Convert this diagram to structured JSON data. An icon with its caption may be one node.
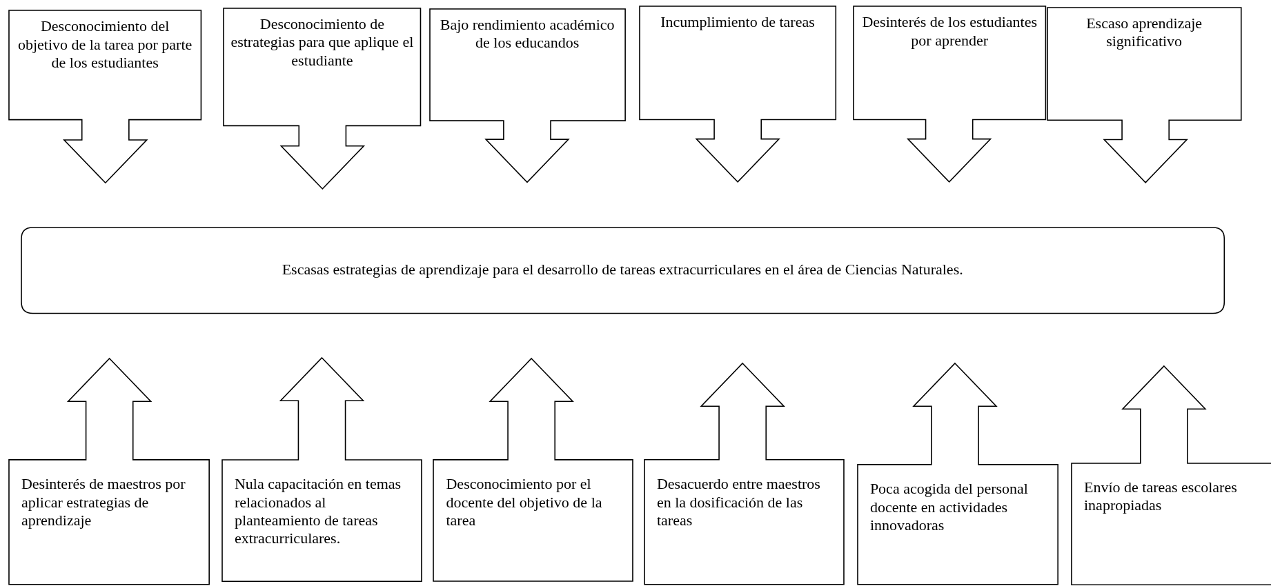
{
  "diagram": {
    "nodes": [
      {
        "text": [
          "Desconocimiento del objetivo de la tarea por parte de los estudiantes"
        ]
      },
      {
        "text": [
          "Desconocimiento de estrategias para que aplique el estudiante"
        ]
      },
      {
        "text": [
          "Bajo rendimiento académico de los educandos"
        ]
      },
      {
        "text": [
          "Incumplimiento de tareas"
        ]
      },
      {
        "text": [
          "Desinterés de los estudiantes por aprender"
        ]
      },
      {
        "text": [
          "Escaso aprendizaje significativo"
        ]
      },
      {
        "text": [
          "Escasas estrategias de aprendizaje para el desarrollo de tareas extracurriculares en el área de Ciencias Naturales."
        ]
      },
      {
        "text": [
          "Desinterés de maestros por aplicar estrategias de aprendizaje"
        ]
      },
      {
        "text": [
          "Nula capacitación en temas relacionados al planteamiento de tareas extracurriculares."
        ]
      },
      {
        "text": [
          "Desconocimiento por el docente del objetivo de la tarea"
        ]
      },
      {
        "text": [
          "Desacuerdo entre maestros en la dosificación de las tareas"
        ]
      },
      {
        "text": [
          "Poca acogida del personal docente en actividades innovadoras"
        ]
      },
      {
        "text": [
          "Envío de tareas escolares inapropiadas"
        ]
      }
    ]
  }
}
